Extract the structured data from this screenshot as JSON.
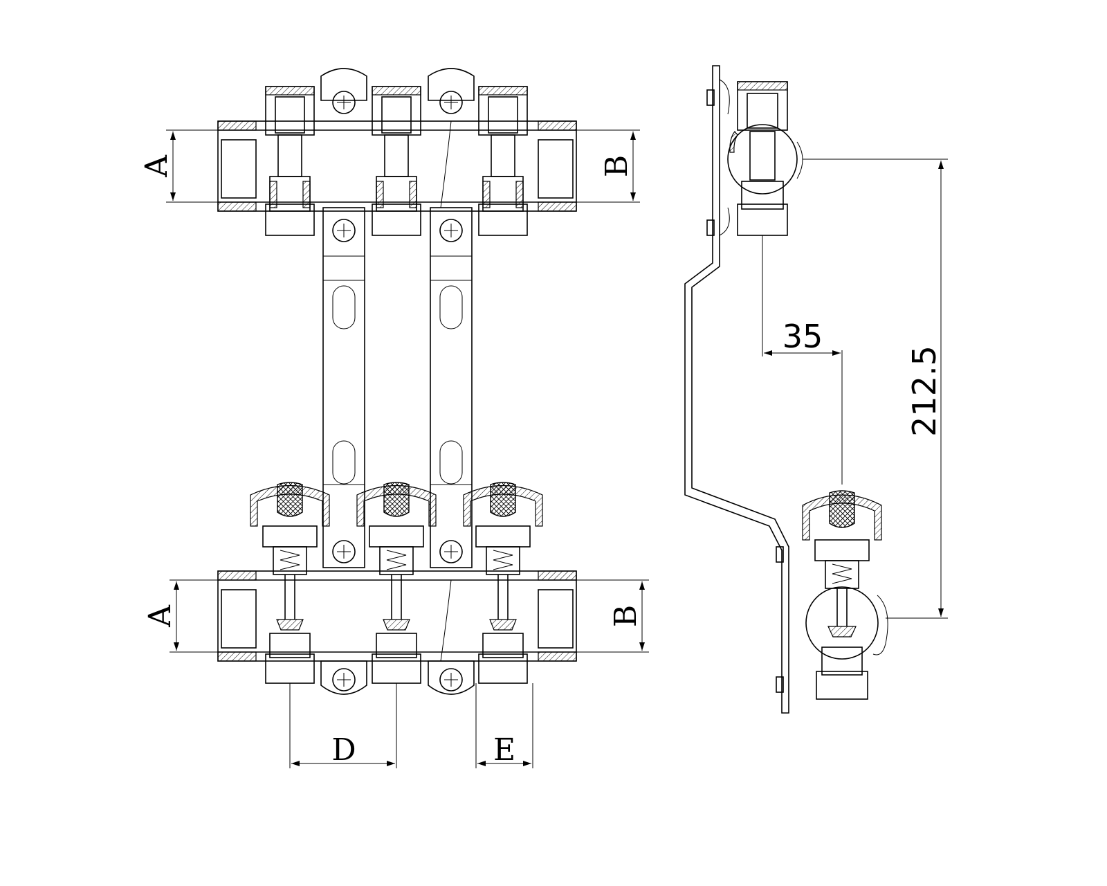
{
  "labels": {
    "A": "A",
    "B": "B",
    "D": "D",
    "E": "E"
  },
  "dimensions": {
    "offset": "35",
    "height": "212.5"
  }
}
